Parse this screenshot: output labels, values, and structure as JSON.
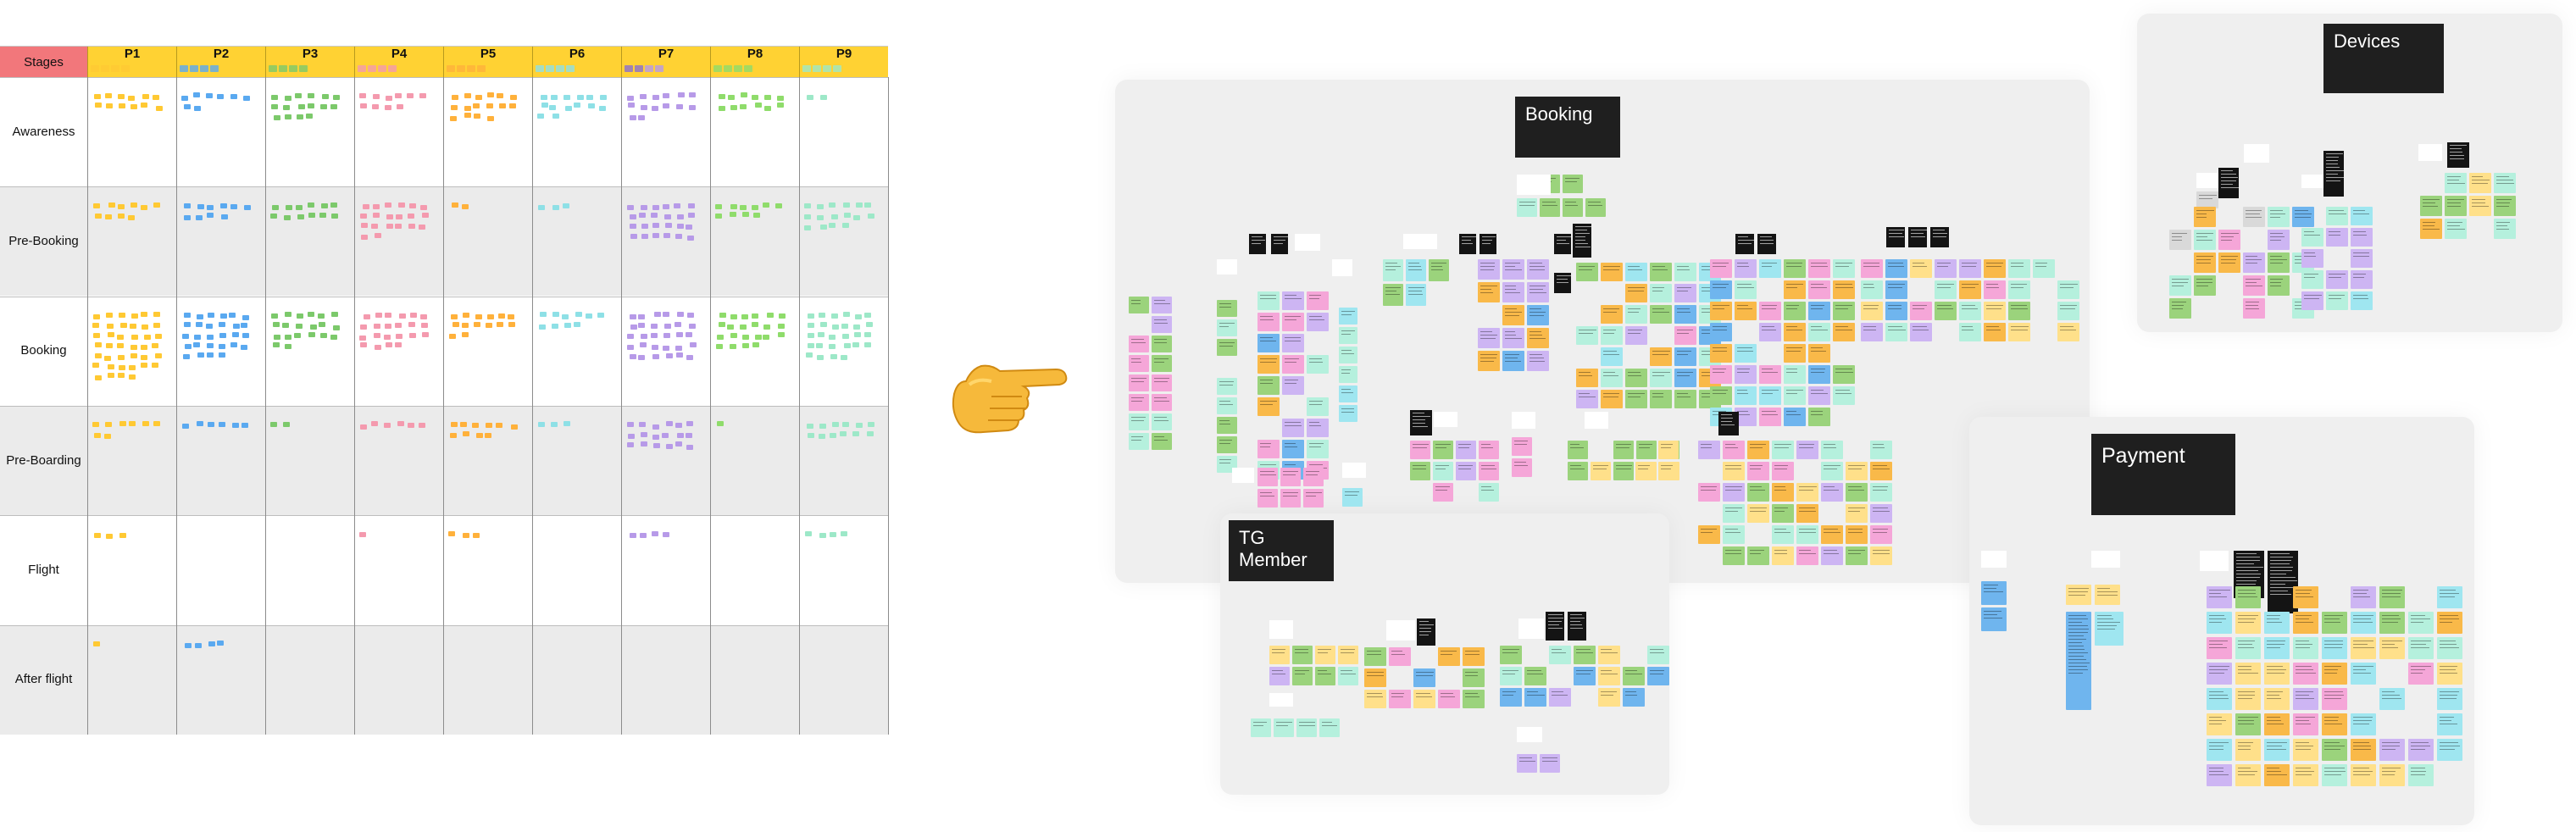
{
  "matrix": {
    "header_label": "Stages",
    "personas": [
      "P1",
      "P2",
      "P3",
      "P4",
      "P5",
      "P6",
      "P7",
      "P8",
      "P9"
    ],
    "stages": [
      "Awareness",
      "Pre-Booking",
      "Booking",
      "Pre-Boarding",
      "Flight",
      "After flight"
    ],
    "persona_colors": [
      "#ffc933",
      "#5aa9f0",
      "#7cc96b",
      "#f49aae",
      "#ffb13b",
      "#8ee0e6",
      "#b79ae8",
      "#8fdc6b",
      "#9de8c8"
    ],
    "note_counts": [
      [
        12,
        10,
        40,
        8,
        3,
        1
      ],
      [
        8,
        10,
        28,
        6,
        0,
        4
      ],
      [
        16,
        12,
        20,
        2,
        0,
        0
      ],
      [
        10,
        20,
        22,
        6,
        1,
        0
      ],
      [
        16,
        2,
        14,
        10,
        3,
        0
      ],
      [
        14,
        3,
        10,
        3,
        0,
        0
      ],
      [
        14,
        24,
        30,
        18,
        4,
        0
      ],
      [
        12,
        10,
        22,
        1,
        0,
        0
      ],
      [
        2,
        16,
        28,
        12,
        4,
        0
      ]
    ]
  },
  "boards": {
    "booking": {
      "title": "Booking"
    },
    "tg_member": {
      "title": "TG Member"
    },
    "devices": {
      "title": "Devices"
    },
    "payment": {
      "title": "Payment"
    }
  },
  "sticky_palette": {
    "yellow": "#ffe08a",
    "orange": "#f9b949",
    "green": "#9bd37c",
    "blue": "#6fb5ee",
    "pink": "#f5a6d8",
    "violet": "#cdb5f3",
    "mint": "#b5f0dd",
    "teal": "#9fe6f0",
    "grey": "#d9d9d9"
  }
}
